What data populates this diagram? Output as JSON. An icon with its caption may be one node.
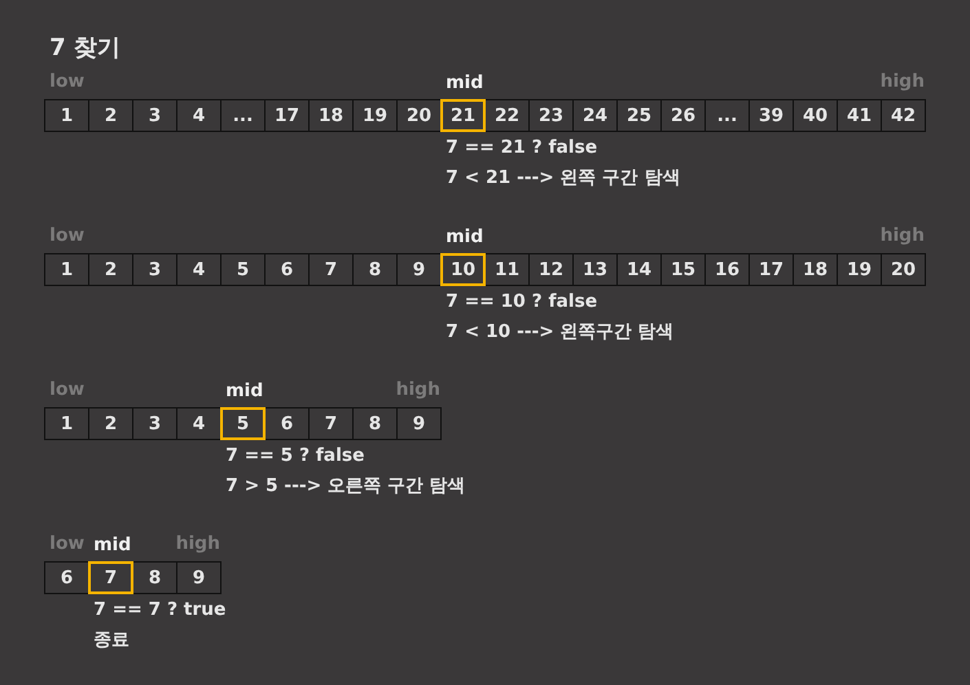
{
  "diagram": {
    "title": "7 찾기",
    "nodes": [
      {
        "text": [
          "1"
        ],
        "beside": [
          "low"
        ]
      },
      {
        "text": [
          "2"
        ]
      },
      {
        "text": [
          "3"
        ]
      },
      {
        "text": [
          "4"
        ]
      },
      {
        "text": [
          "..."
        ]
      },
      {
        "text": [
          "17"
        ]
      },
      {
        "text": [
          "18"
        ]
      },
      {
        "text": [
          "19"
        ]
      },
      {
        "text": [
          "20"
        ]
      },
      {
        "text": [
          "21"
        ],
        "beside": [
          "mid"
        ]
      },
      {
        "text": [
          "22"
        ]
      },
      {
        "text": [
          "23"
        ]
      },
      {
        "text": [
          "24"
        ]
      },
      {
        "text": [
          "25"
        ]
      },
      {
        "text": [
          "26"
        ]
      },
      {
        "text": [
          "..."
        ]
      },
      {
        "text": [
          "39"
        ]
      },
      {
        "text": [
          "40"
        ]
      },
      {
        "text": [
          "41"
        ]
      },
      {
        "text": [
          "42"
        ],
        "beside": [
          "high"
        ]
      },
      {
        "text": [
          "1"
        ],
        "beside": [
          "low"
        ]
      },
      {
        "text": [
          "2"
        ]
      },
      {
        "text": [
          "3"
        ]
      },
      {
        "text": [
          "4"
        ]
      },
      {
        "text": [
          "5"
        ]
      },
      {
        "text": [
          "6"
        ]
      },
      {
        "text": [
          "7"
        ]
      },
      {
        "text": [
          "8"
        ]
      },
      {
        "text": [
          "9"
        ]
      },
      {
        "text": [
          "10"
        ],
        "beside": [
          "mid"
        ]
      },
      {
        "text": [
          "11"
        ]
      },
      {
        "text": [
          "12"
        ]
      },
      {
        "text": [
          "13"
        ]
      },
      {
        "text": [
          "14"
        ]
      },
      {
        "text": [
          "15"
        ]
      },
      {
        "text": [
          "16"
        ]
      },
      {
        "text": [
          "17"
        ]
      },
      {
        "text": [
          "18"
        ]
      },
      {
        "text": [
          "19"
        ]
      },
      {
        "text": [
          "20"
        ],
        "beside": [
          "high"
        ]
      },
      {
        "text": [
          "1"
        ],
        "beside": [
          "low"
        ]
      },
      {
        "text": [
          "2"
        ]
      },
      {
        "text": [
          "3"
        ]
      },
      {
        "text": [
          "4"
        ]
      },
      {
        "text": [
          "5"
        ],
        "beside": [
          "mid"
        ]
      },
      {
        "text": [
          "6"
        ]
      },
      {
        "text": [
          "7"
        ]
      },
      {
        "text": [
          "8"
        ]
      },
      {
        "text": [
          "9"
        ],
        "beside": [
          "high"
        ]
      },
      {
        "text": [
          "6"
        ],
        "beside": [
          "low"
        ]
      },
      {
        "text": [
          "7"
        ],
        "beside": [
          "mid"
        ]
      },
      {
        "text": [
          "8"
        ]
      },
      {
        "text": [
          "9"
        ],
        "beside": [
          "high"
        ]
      }
    ],
    "labels": [
      "7 == 21 ? false",
      "7 < 21 ---> 왼쪽 구간 탐색",
      "7 == 10 ? false",
      "7 < 10 ---> 왼쪽구간 탐색",
      "7 == 5 ? false",
      "7 > 5 ---> 오른쪽 구간 탐색",
      "7 == 7 ? true",
      "종료"
    ]
  }
}
